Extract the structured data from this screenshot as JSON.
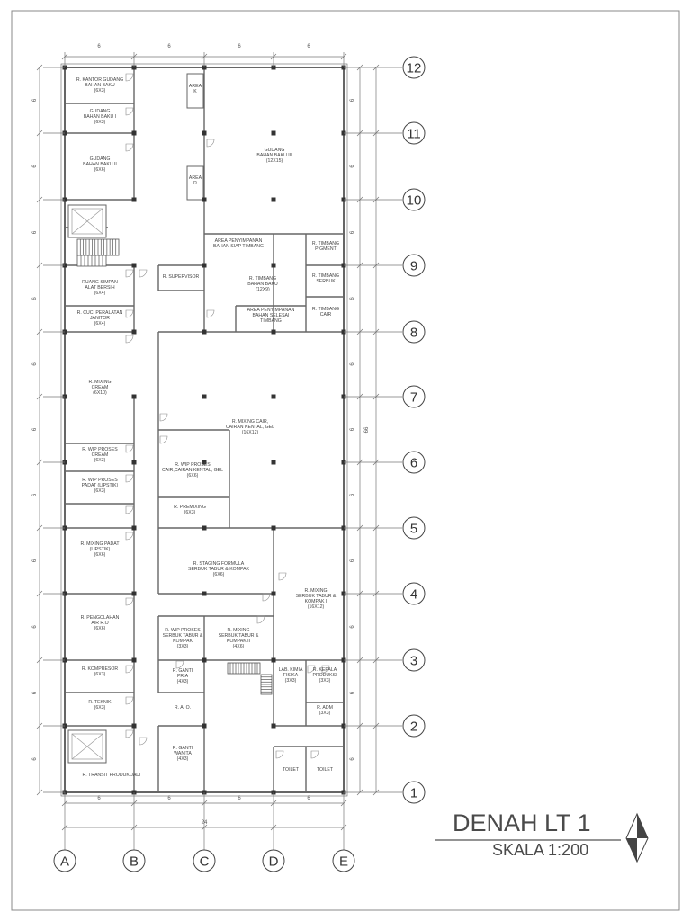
{
  "title": "DENAH LT 1",
  "scale": "SKALA 1:200",
  "col_labels": [
    "A",
    "B",
    "C",
    "D",
    "E"
  ],
  "row_labels": [
    "12",
    "11",
    "10",
    "9",
    "8",
    "7",
    "6",
    "5",
    "4",
    "3",
    "2",
    "1"
  ],
  "top_dims": [
    "6",
    "6",
    "6",
    "6"
  ],
  "bottom_dims": [
    "6",
    "6",
    "6",
    "6"
  ],
  "total_width_dim": "24",
  "total_height_dim": "66",
  "side_dims": [
    "6",
    "6",
    "6",
    "6",
    "6",
    "6",
    "6",
    "6",
    "6",
    "6",
    "6"
  ],
  "rooms": [
    {
      "lines": [
        "R. KANTOR GUDANG",
        "BAHAN BAKU",
        "(6X3)"
      ]
    },
    {
      "lines": [
        "GUDANG",
        "BAHAN BAKU I",
        "(6X3)"
      ]
    },
    {
      "lines": [
        "GUDANG",
        "BAHAN BAKU II",
        "(6X6)"
      ]
    },
    {
      "lines": [
        "AREA",
        "K"
      ]
    },
    {
      "lines": [
        "AREA",
        "R"
      ]
    },
    {
      "lines": [
        "GUDANG",
        "BAHAN BAKU III",
        "(12X15)"
      ]
    },
    {
      "lines": [
        "AREA PENYIMPANAN",
        "BAHAN SIAP TIMBANG"
      ]
    },
    {
      "lines": [
        "R. TIMBANG",
        "PIGMENT"
      ]
    },
    {
      "lines": [
        "R. TIMBANG",
        "SERBUK"
      ]
    },
    {
      "lines": [
        "R. TIMBANG",
        "CAIR"
      ]
    },
    {
      "lines": [
        "R. TIMBANG",
        "BAHAN BAKU",
        "(12X9)"
      ]
    },
    {
      "lines": [
        "AREA PENYIMPANAN",
        "BAHAN SELESAI",
        "TIMBANG"
      ]
    },
    {
      "lines": [
        "R. SUPERVISOR"
      ]
    },
    {
      "lines": [
        "RUANG SIMPAN",
        "ALAT BERSIH",
        "(6X4)"
      ]
    },
    {
      "lines": [
        "R. CUCI PERALATAN",
        "JANITOR",
        "(6X4)"
      ]
    },
    {
      "lines": [
        "R. MIXING",
        "CREAM",
        "(6X10)"
      ]
    },
    {
      "lines": [
        "R. WIP PROSES",
        "CREAM",
        "(6X3)"
      ]
    },
    {
      "lines": [
        "R. WIP PROSES",
        "PADAT (LIPSTIK)",
        "(6X3)"
      ]
    },
    {
      "lines": [
        "R. MIXING CAIR,",
        "CAIRAN KENTAL, GEL",
        "(16X12)"
      ]
    },
    {
      "lines": [
        "R. WIP PROSES",
        "CAIR,CAIRAN KENTAL, GEL",
        "(6X6)"
      ]
    },
    {
      "lines": [
        "R. PREMIXING",
        "(6X3)"
      ]
    },
    {
      "lines": [
        "R. MIXING PADAT",
        "(LIPSTIK)",
        "(6X6)"
      ]
    },
    {
      "lines": [
        "R. STAGING FORMULA",
        "SERBUK TABUR & KOMPAK",
        "(6X6)"
      ]
    },
    {
      "lines": [
        "R. MIXING",
        "SERBUK TABUR &",
        "KOMPAK I",
        "(16X12)"
      ]
    },
    {
      "lines": [
        "R. PENGOLAHAN",
        "AIR R.O",
        "(6X6)"
      ]
    },
    {
      "lines": [
        "R. WIP PROSES",
        "SERBUK TABUR &",
        "KOMPAK",
        "(3X3)"
      ]
    },
    {
      "lines": [
        "R. MIXING",
        "SERBUK TABUR &",
        "KOMPAK II",
        "(4X6)"
      ]
    },
    {
      "lines": [
        "R. KOMPRESOR",
        "(6X3)"
      ]
    },
    {
      "lines": [
        "R. GANTI",
        "PRIA",
        "(4X3)"
      ]
    },
    {
      "lines": [
        "LAB. KIMIA",
        "FISIKA",
        "(3X3)"
      ]
    },
    {
      "lines": [
        "R. KEPALA",
        "PRODUKSI",
        "(3X3)"
      ]
    },
    {
      "lines": [
        "R. TEKNIK",
        "(6X3)"
      ]
    },
    {
      "lines": [
        "R. A. O."
      ]
    },
    {
      "lines": [
        "R. ADM",
        "(3X3)"
      ]
    },
    {
      "lines": [
        "R. GANTI",
        "WANITA",
        "(4X3)"
      ]
    },
    {
      "lines": [
        "TOILET"
      ]
    },
    {
      "lines": [
        "TOILET"
      ]
    },
    {
      "lines": [
        "R. TRANSIT PRODUK JADI"
      ]
    }
  ]
}
